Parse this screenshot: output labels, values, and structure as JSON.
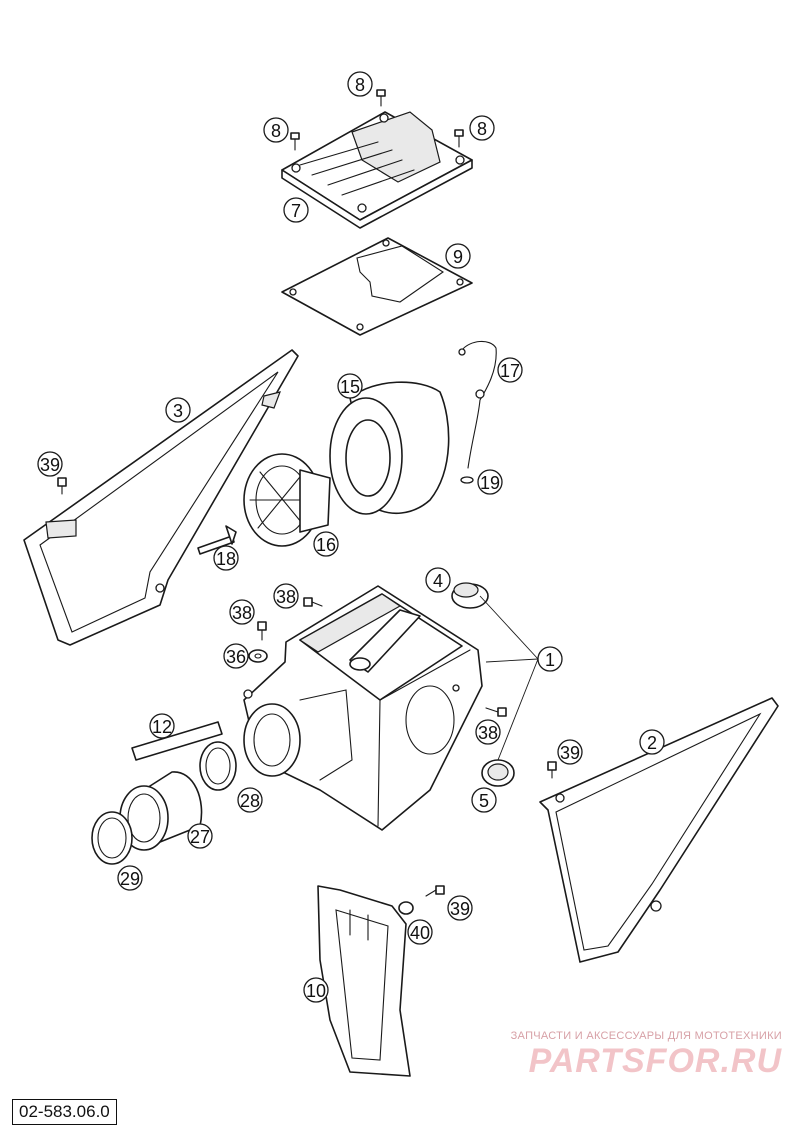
{
  "diagram": {
    "drawing_code": "02-583.06.0",
    "watermark": {
      "subtitle": "ЗАПЧАСТИ И АКСЕССУАРЫ ДЛЯ МОТОТЕХНИКИ",
      "brand": "PARTSFOR.RU"
    },
    "callouts": [
      "8",
      "8",
      "8",
      "7",
      "9",
      "3",
      "39",
      "15",
      "16",
      "17",
      "19",
      "18",
      "4",
      "1",
      "38",
      "38",
      "36",
      "38",
      "12",
      "28",
      "27",
      "29",
      "5",
      "2",
      "39",
      "40",
      "39",
      "10"
    ]
  }
}
